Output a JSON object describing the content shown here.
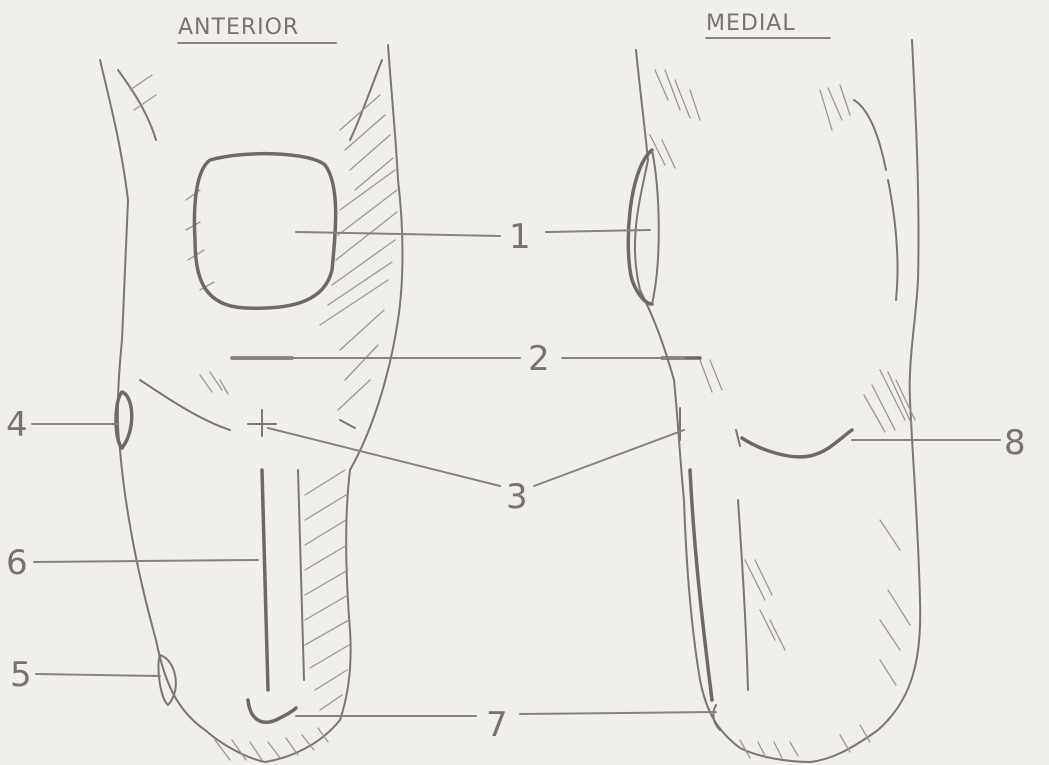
{
  "headings": {
    "anterior": "ANTERIOR",
    "medial": "MEDIAL"
  },
  "labels": {
    "n1": "1",
    "n2": "2",
    "n3": "3",
    "n4": "4",
    "n5": "5",
    "n6": "6",
    "n7": "7",
    "n8": "8"
  },
  "colors": {
    "paper": "#f1efea",
    "pencil": "#7a7772"
  }
}
